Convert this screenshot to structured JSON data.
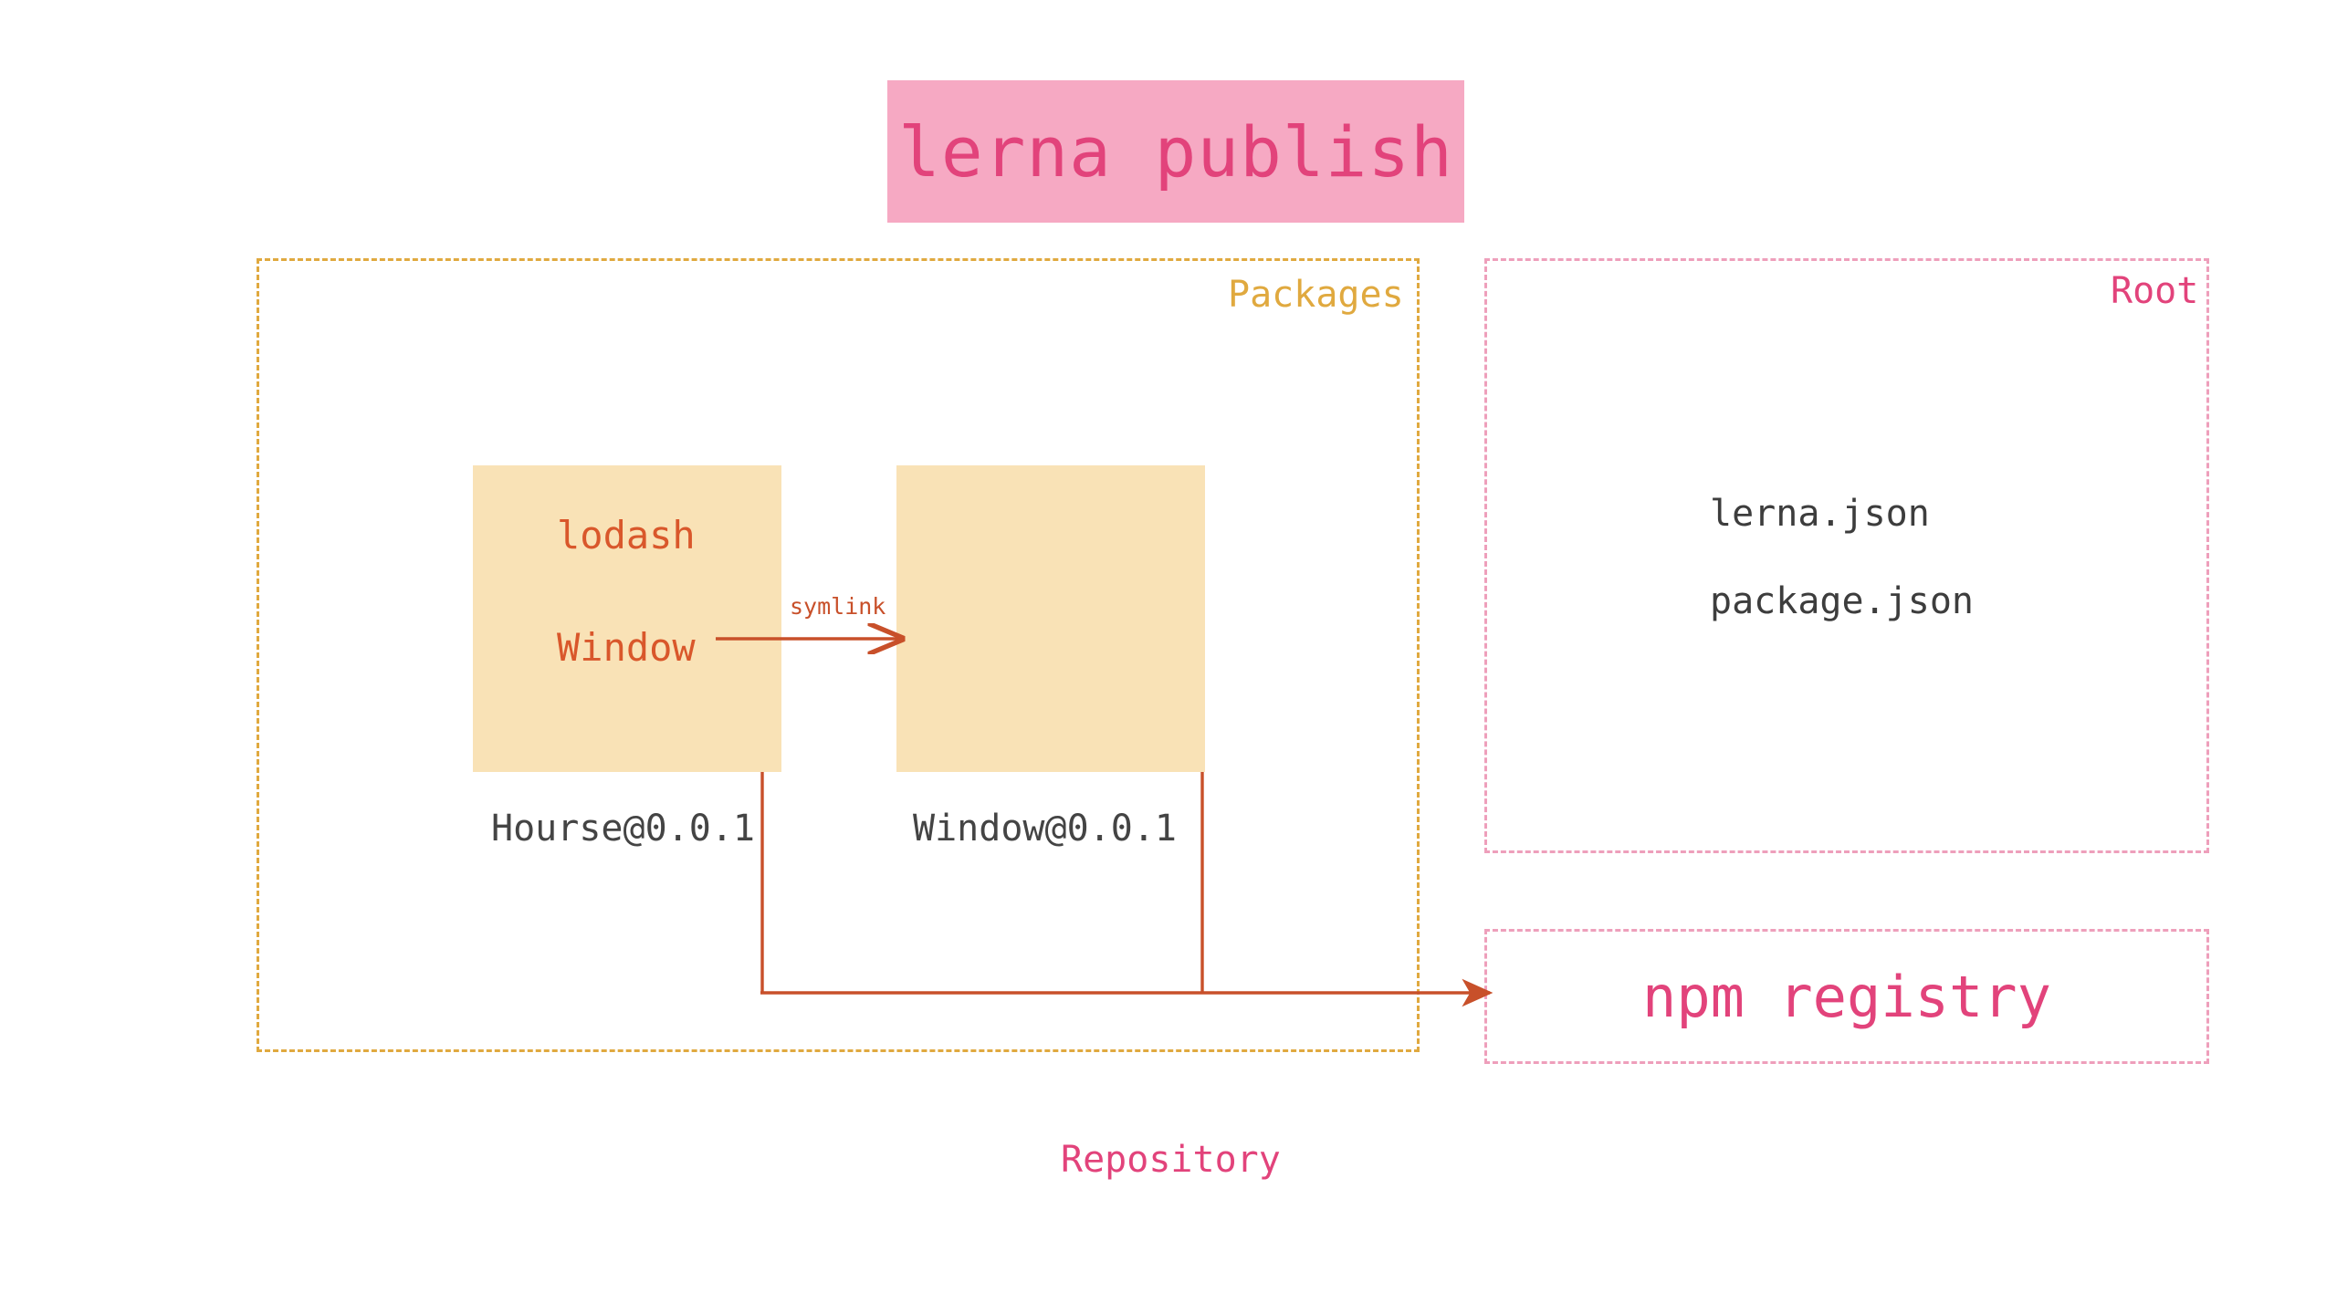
{
  "diagram": {
    "title_banner": {
      "label": "lerna publish",
      "background_color": "#F6A9C3",
      "text_color": "#E2437B"
    },
    "packages_group": {
      "label": "Packages",
      "border_color": "#E0A93F",
      "boxes": [
        {
          "box_fill": "#F9E2B6",
          "inner_labels": [
            "lodash",
            "Window"
          ],
          "caption": "Hourse@0.0.1",
          "inner_text_color": "#D9572B"
        },
        {
          "box_fill": "#F9E2B6",
          "inner_labels": [],
          "caption": "Window@0.0.1",
          "inner_text_color": "#D9572B"
        }
      ],
      "symlink_label": "symlink",
      "symlink_color": "#C8502A"
    },
    "root_group": {
      "label": "Root",
      "border_color": "#EE9FBB",
      "label_color": "#E2437B",
      "files": [
        "lerna.json",
        "package.json"
      ],
      "file_text_color": "#3D3D3D"
    },
    "registry_group": {
      "label": "npm registry",
      "border_color": "#EE9FBB",
      "label_color": "#E2437B"
    },
    "repository_label": "Repository",
    "repository_label_color": "#E2437B",
    "publish_arrow_color": "#C8502A"
  }
}
